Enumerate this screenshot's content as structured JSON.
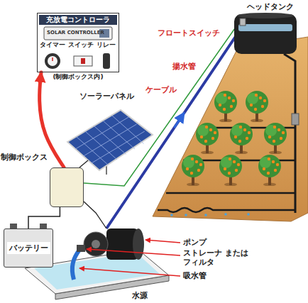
{
  "diagram": {
    "nodes": [
      {
        "text": [
          "充放電コントローラ",
          "(制御ボックス内)"
        ]
      },
      {
        "text": [
          "制御ボックス"
        ]
      },
      {
        "text": [
          "バッテリー"
        ]
      }
    ],
    "edges": [
      {
        "from": 1,
        "to": 0,
        "arrow": "to"
      },
      {
        "from": 2,
        "to": 1,
        "arrow": "none"
      }
    ],
    "labels": [
      "SOLAR CONTROLLER",
      "タイマー",
      "スイッチ",
      "リレー",
      "ヘッドタンク",
      "フロートスイッチ",
      "揚水管",
      "ケーブル",
      "ソーラーパネル",
      "ポンプ",
      "ストレーナ または フィルタ",
      "吸水管",
      "水源"
    ]
  }
}
